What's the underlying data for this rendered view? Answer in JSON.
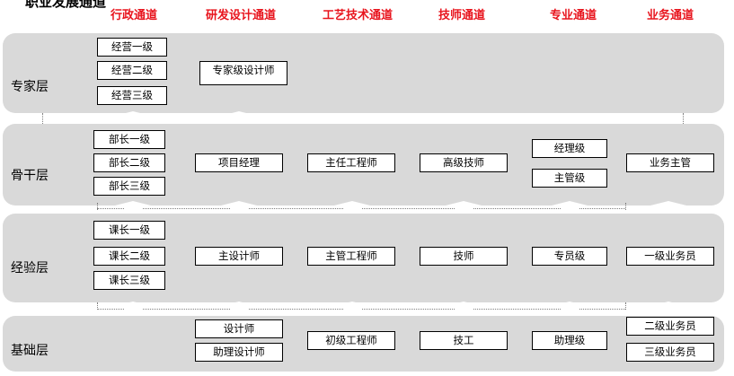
{
  "clipped_title": "职业发展通道",
  "channels": [
    "行政通道",
    "研发设计通道",
    "工艺技术通道",
    "技师通道",
    "专业通道",
    "业务通道"
  ],
  "layers": [
    "专家层",
    "骨干层",
    "经验层",
    "基础层"
  ],
  "cells": {
    "expert": {
      "admin": [
        "经营一级",
        "经营二级",
        "经营三级"
      ],
      "rd": [
        "专家级设计师"
      ]
    },
    "core": {
      "admin": [
        "部长一级",
        "部长二级",
        "部长三级"
      ],
      "rd": [
        "项目经理"
      ],
      "process": [
        "主任工程师"
      ],
      "tech": [
        "高级技师"
      ],
      "pro": [
        "经理级",
        "主管级"
      ],
      "biz": [
        "业务主管"
      ]
    },
    "exp": {
      "admin": [
        "课长一级",
        "课长二级",
        "课长三级"
      ],
      "rd": [
        "主设计师"
      ],
      "process": [
        "主管工程师"
      ],
      "tech": [
        "技师"
      ],
      "pro": [
        "专员级"
      ],
      "biz": [
        "一级业务员"
      ]
    },
    "base": {
      "rd": [
        "设计师",
        "助理设计师"
      ],
      "process": [
        "初级工程师"
      ],
      "tech": [
        "技工"
      ],
      "pro": [
        "助理级"
      ],
      "biz": [
        "二级业务员",
        "三级业务员"
      ]
    }
  },
  "colors": {
    "channel_header": "#e8141d",
    "band": "#d9d9d9",
    "arrow": "#ffffff"
  }
}
